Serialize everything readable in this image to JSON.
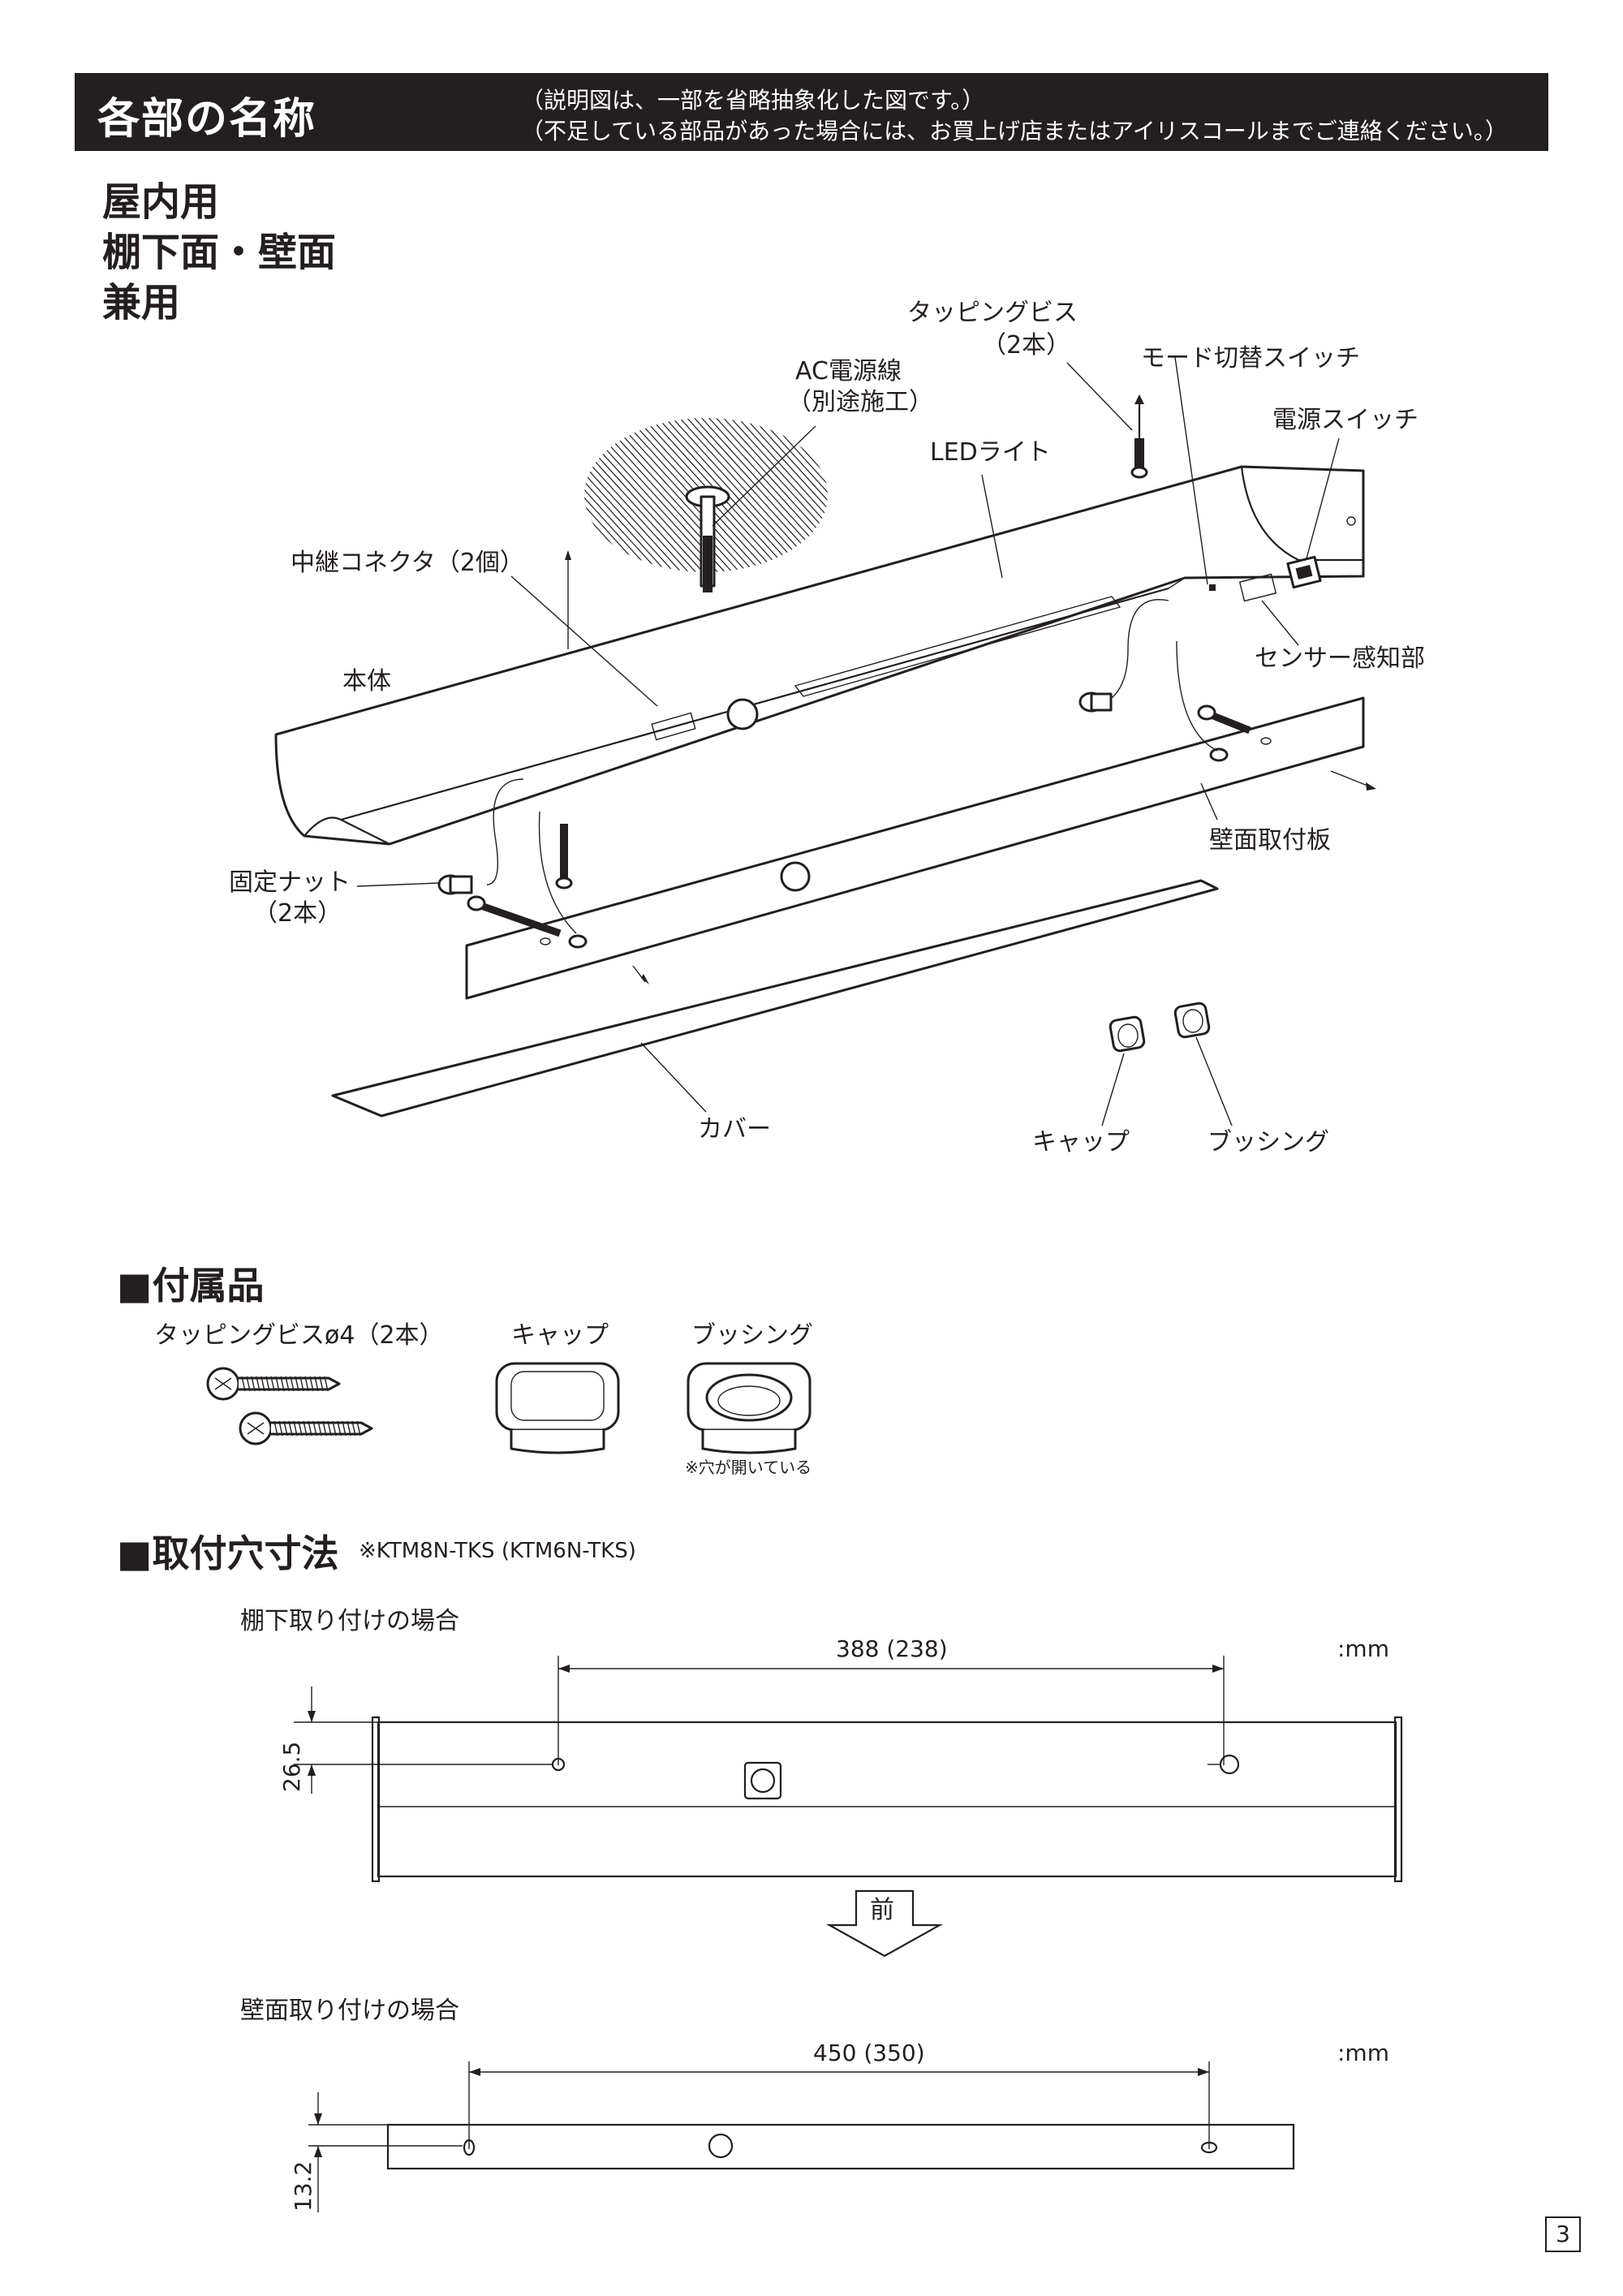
{
  "header": {
    "title": "各部の名称",
    "note_line1": "（説明図は、一部を省略抽象化した図です。）",
    "note_line2": "（不足している部品があった場合には、お買上げ店またはアイリスコールまでご連絡ください。）"
  },
  "usage": {
    "line1": "屋内用",
    "line2": "棚下面・壁面",
    "line3": "兼用"
  },
  "parts": {
    "tapping_screw": "タッピングビス",
    "tapping_screw_qty": "（2本）",
    "ac_line": "AC電源線",
    "ac_line_note": "（別途施工）",
    "mode_switch": "モード切替スイッチ",
    "power_switch": "電源スイッチ",
    "led_light": "LEDライト",
    "relay_connector": "中継コネクタ（2個）",
    "body": "本体",
    "sensor": "センサー感知部",
    "fixing_nut": "固定ナット",
    "fixing_nut_qty": "（2本）",
    "wall_plate": "壁面取付板",
    "cover": "カバー",
    "cap": "キャップ",
    "bushing": "ブッシング"
  },
  "accessories": {
    "title": "■付属品",
    "screw": "タッピングビスø4（2本）",
    "cap": "キャップ",
    "bushing": "ブッシング",
    "bushing_note": "※穴が開いている"
  },
  "dimensions": {
    "title": "■取付穴寸法",
    "model_note": "※KTM8N-TKS (KTM6N-TKS)",
    "shelf_title": "棚下取り付けの場合",
    "shelf_width": "388 (238)",
    "shelf_height": "26.5",
    "unit1": ":mm",
    "front": "前",
    "wall_title": "壁面取り付けの場合",
    "wall_width": "450 (350)",
    "wall_height": "13.2",
    "unit2": ":mm"
  },
  "page": {
    "number": "3"
  }
}
